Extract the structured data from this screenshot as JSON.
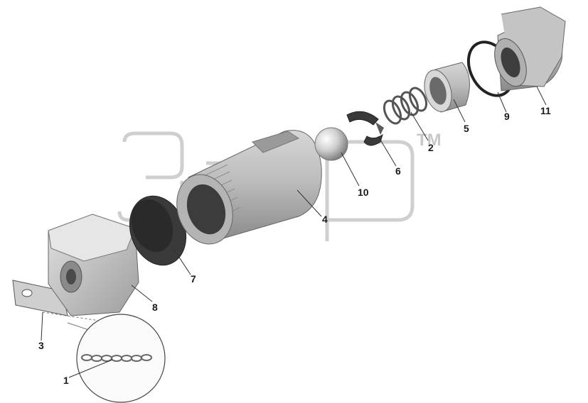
{
  "watermark": {
    "text": "зап",
    "trademark": "TM",
    "color": "#cfcfcf"
  },
  "parts": [
    {
      "id": "part-1",
      "label": "1",
      "name": "chain"
    },
    {
      "id": "part-2",
      "label": "2",
      "name": "spring"
    },
    {
      "id": "part-3",
      "label": "3",
      "name": "tag-plate"
    },
    {
      "id": "part-4",
      "label": "4",
      "name": "threaded-body"
    },
    {
      "id": "part-5",
      "label": "5",
      "name": "sleeve"
    },
    {
      "id": "part-6",
      "label": "6",
      "name": "ball-cage"
    },
    {
      "id": "part-7",
      "label": "7",
      "name": "gasket"
    },
    {
      "id": "part-8",
      "label": "8",
      "name": "hex-cap-nut"
    },
    {
      "id": "part-9",
      "label": "9",
      "name": "o-ring"
    },
    {
      "id": "part-10",
      "label": "10",
      "name": "ball"
    },
    {
      "id": "part-11",
      "label": "11",
      "name": "hex-fitting"
    }
  ]
}
